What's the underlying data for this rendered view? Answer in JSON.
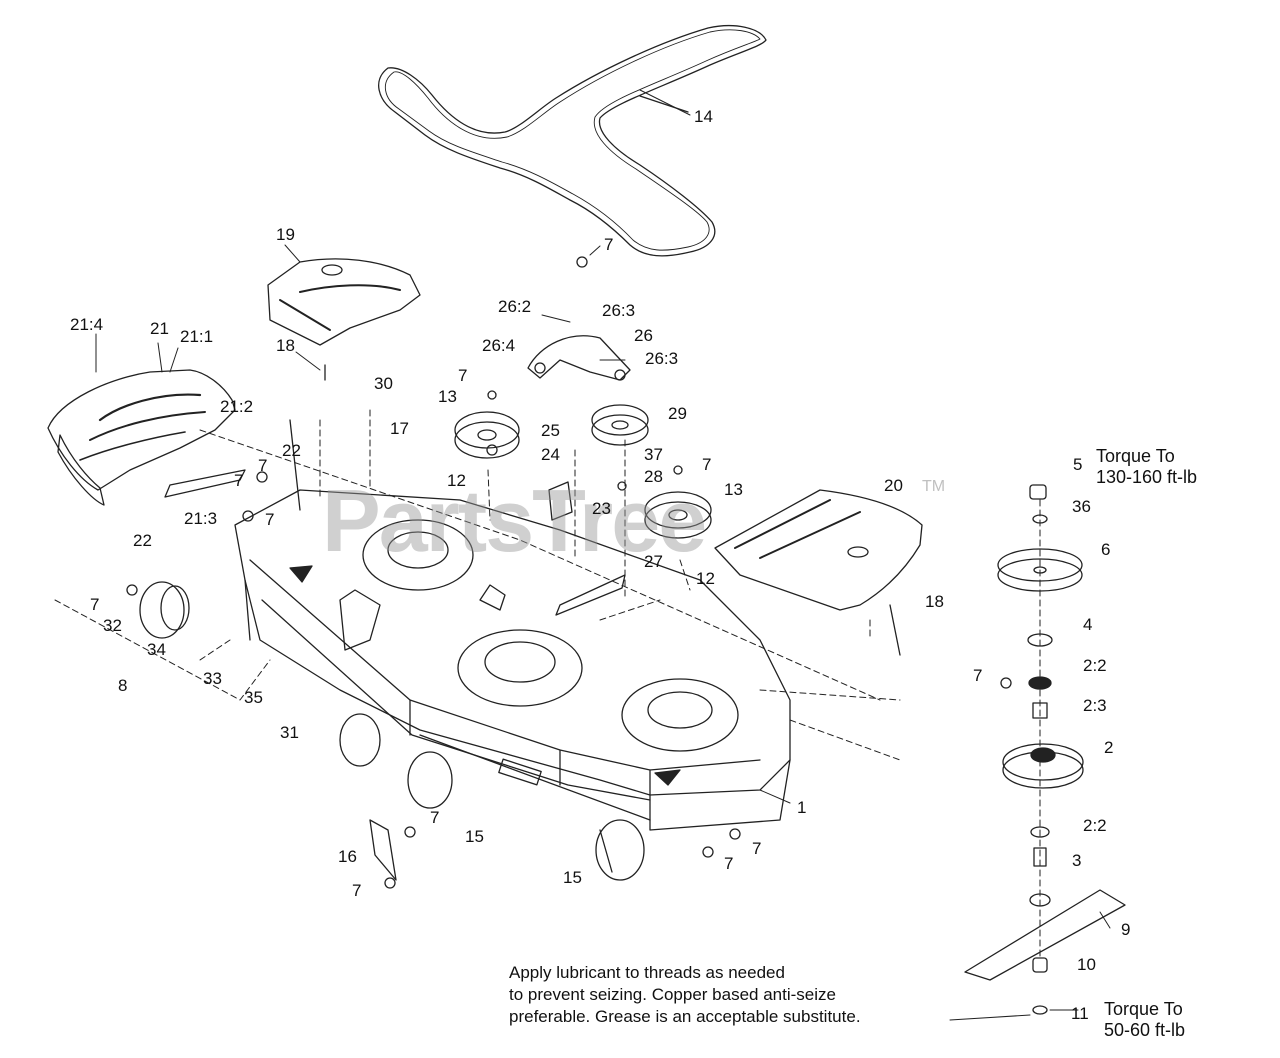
{
  "watermark": {
    "text": "PartsTree",
    "tm": "TM"
  },
  "callouts": {
    "c14": "14",
    "c7a": "7",
    "c19": "19",
    "c26_2": "26:2",
    "c26_3a": "26:3",
    "c26": "26",
    "c26_4": "26:4",
    "c26_3b": "26:3",
    "c21_4": "21:4",
    "c21": "21",
    "c21_1": "21:1",
    "c18a": "18",
    "c30": "30",
    "c7b": "7",
    "c13a": "13",
    "c29": "29",
    "c21_2": "21:2",
    "c17": "17",
    "c25": "25",
    "c24": "24",
    "c37": "37",
    "c22a": "22",
    "c7c": "7",
    "c28": "28",
    "c7d": "7",
    "c12a": "12",
    "c7e": "7",
    "c13b": "13",
    "c20": "20",
    "c5": "5",
    "c23": "23",
    "c21_3": "21:3",
    "c36": "36",
    "c22b": "22",
    "c6": "6",
    "c27": "27",
    "c12b": "12",
    "c7f": "7",
    "c18b": "18",
    "c32": "32",
    "c4": "4",
    "c34": "34",
    "c7g": "7",
    "c2_2a": "2:2",
    "c33": "33",
    "c8": "8",
    "c35": "35",
    "c2_3": "2:3",
    "c31": "31",
    "c2": "2",
    "c1": "1",
    "c7h": "7",
    "c15a": "15",
    "c2_2b": "2:2",
    "c16": "16",
    "c7i": "7",
    "c7j": "7",
    "c3": "3",
    "c15b": "15",
    "c7k": "7",
    "c9": "9",
    "c10": "10",
    "c11": "11"
  },
  "torque_spindle": [
    "Torque To",
    "130-160 ft-lb"
  ],
  "torque_blade": [
    "Torque To",
    "50-60 ft-lb"
  ],
  "note": [
    "Apply lubricant to threads as needed",
    "to prevent seizing. Copper based anti-seize",
    "preferable. Grease is an acceptable substitute."
  ]
}
